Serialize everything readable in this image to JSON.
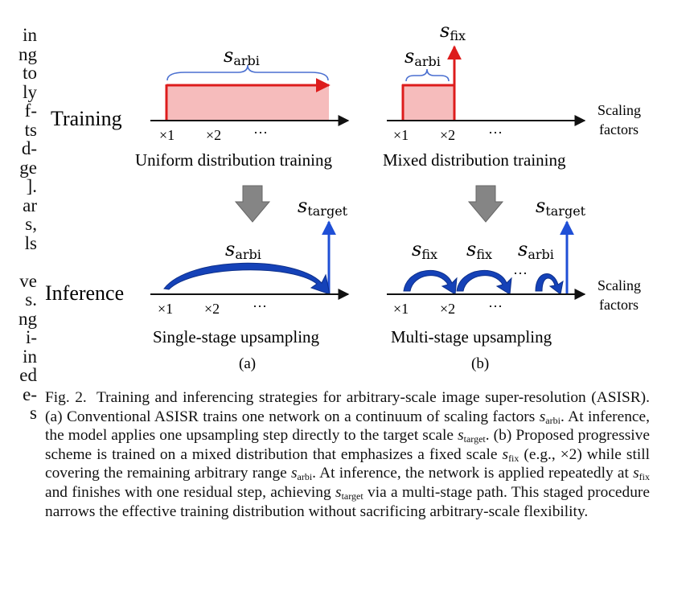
{
  "left_column_fragments": [
    "in",
    "ng",
    "to",
    "ly",
    "f-",
    "ts",
    "d-",
    "ge",
    "].",
    "ar",
    "s,",
    "ls",
    "",
    "ve",
    "s.",
    "ng",
    "i-",
    "in",
    "ed",
    "e-",
    "s"
  ],
  "figure": {
    "row_labels": {
      "training": "Training",
      "inference": "Inference"
    },
    "axis_label_lines": [
      "Scaling",
      "factors"
    ],
    "ticks": {
      "x1": "×1",
      "x2": "×2",
      "dots": "···"
    },
    "symbols": {
      "s": "s",
      "arbi": "arbi",
      "fix": "fix",
      "target": "target"
    },
    "panel_titles": {
      "uniform": "Uniform distribution training",
      "mixed": "Mixed distribution training",
      "single": "Single-stage upsampling",
      "multi": "Multi-stage upsampling"
    },
    "panel_tags": {
      "a": "(a)",
      "b": "(b)"
    },
    "colors": {
      "red": "#dd1c1c",
      "pink_fill": "#f6bcbc",
      "blue": "#1f4fd6",
      "dark_blue": "#1542b8",
      "brace_blue": "#4a6fd0",
      "gray_arrow": "#858585"
    }
  },
  "caption": {
    "label": "Fig. 2.",
    "parts": [
      " Training and inferencing strategies for arbitrary-scale image super-resolution (ASISR). (a) Conventional ASISR trains one network on a continuum of scaling factors ",
      ". At inference, the model applies one upsampling step directly to the target scale ",
      ". (b) Proposed progressive scheme is trained on a mixed distribution that emphasizes a fixed scale ",
      " (e.g., ×2) while still covering the remaining arbitrary range ",
      ". At inference, the network is applied repeatedly at ",
      " and finishes with one residual step, achieving ",
      " via a multi-stage path. This staged procedure narrows the effective training distribution without sacrificing arbitrary-scale flexibility."
    ],
    "s": "s",
    "subs": [
      "arbi",
      "target",
      "fix",
      "arbi",
      "fix",
      "target"
    ]
  }
}
